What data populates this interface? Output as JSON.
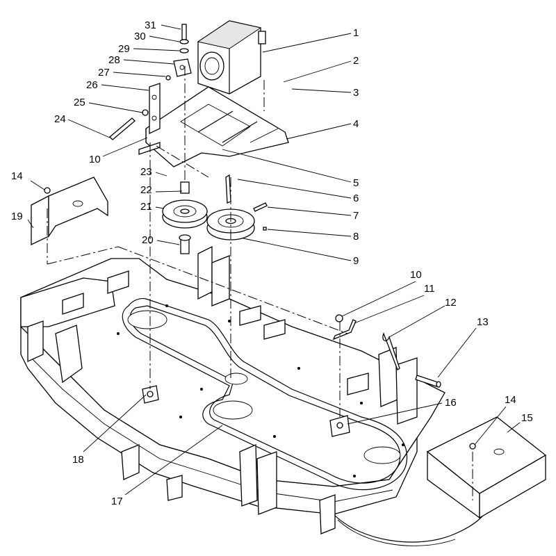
{
  "callouts": [
    {
      "id": "c1",
      "label": "1"
    },
    {
      "id": "c2",
      "label": "2"
    },
    {
      "id": "c3",
      "label": "3"
    },
    {
      "id": "c4",
      "label": "4"
    },
    {
      "id": "c5",
      "label": "5"
    },
    {
      "id": "c6",
      "label": "6"
    },
    {
      "id": "c7",
      "label": "7"
    },
    {
      "id": "c8",
      "label": "8"
    },
    {
      "id": "c9",
      "label": "9"
    },
    {
      "id": "c10a",
      "label": "10"
    },
    {
      "id": "c10b",
      "label": "10"
    },
    {
      "id": "c11",
      "label": "11"
    },
    {
      "id": "c12",
      "label": "12"
    },
    {
      "id": "c13",
      "label": "13"
    },
    {
      "id": "c14a",
      "label": "14"
    },
    {
      "id": "c14b",
      "label": "14"
    },
    {
      "id": "c15",
      "label": "15"
    },
    {
      "id": "c16",
      "label": "16"
    },
    {
      "id": "c17",
      "label": "17"
    },
    {
      "id": "c18",
      "label": "18"
    },
    {
      "id": "c19",
      "label": "19"
    },
    {
      "id": "c20",
      "label": "20"
    },
    {
      "id": "c21",
      "label": "21"
    },
    {
      "id": "c22",
      "label": "22"
    },
    {
      "id": "c23",
      "label": "23"
    },
    {
      "id": "c24",
      "label": "24"
    },
    {
      "id": "c25",
      "label": "25"
    },
    {
      "id": "c26",
      "label": "26"
    },
    {
      "id": "c27",
      "label": "27"
    },
    {
      "id": "c28",
      "label": "28"
    },
    {
      "id": "c29",
      "label": "29"
    },
    {
      "id": "c30",
      "label": "30"
    },
    {
      "id": "c31",
      "label": "31"
    }
  ]
}
